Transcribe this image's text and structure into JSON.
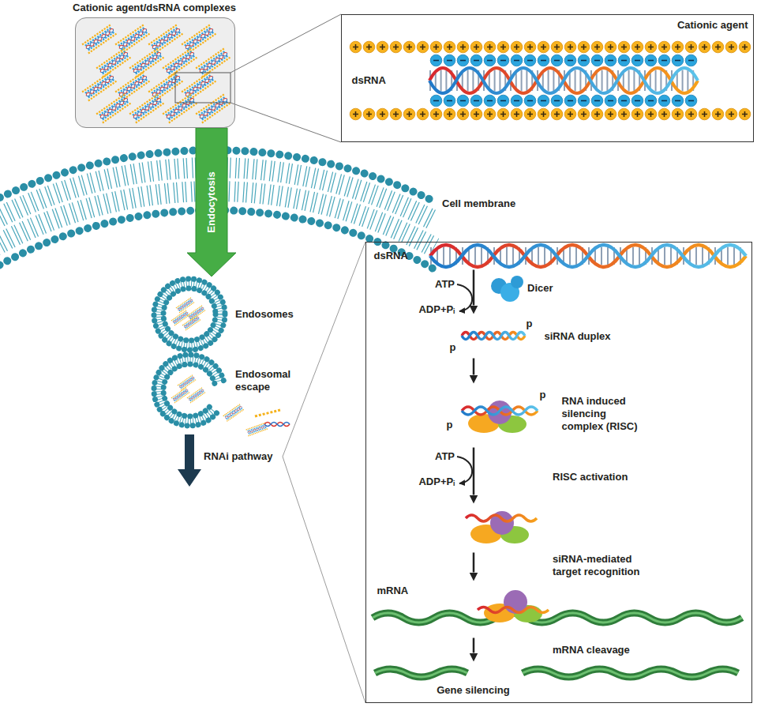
{
  "diagram": {
    "nodes": [
      {
        "text": [
          "Cationic agent/dsRNA complexes"
        ]
      },
      {
        "text": [
          "Cationic agent",
          "dsRNA"
        ]
      },
      {
        "text": [
          "Endosomes"
        ]
      },
      {
        "text": [
          "Endosomal escape"
        ]
      },
      {
        "text": []
      },
      {
        "text": [
          "dsRNA"
        ],
        "in": 4
      },
      {
        "text": [
          "siRNA duplex",
          "p",
          "p"
        ],
        "in": 4
      },
      {
        "text": [
          "p",
          "RNA induced silencing complex (RISC)",
          "p"
        ],
        "in": 4
      },
      {
        "text": [],
        "in": 4
      },
      {
        "text": [
          "mRNA"
        ],
        "in": 4
      },
      {
        "text": [
          "Gene silencing"
        ],
        "in": 4
      }
    ],
    "edges": [
      {
        "from": 0,
        "to": 2,
        "arrow": "to",
        "label": "Endocytosis"
      },
      {
        "from": 5,
        "to": 6,
        "arrow": "to"
      },
      {
        "from": 6,
        "to": 7,
        "arrow": "to"
      },
      {
        "from": 7,
        "to": 8,
        "arrow": "to",
        "label": "RISC activation"
      },
      {
        "from": 8,
        "to": 9,
        "arrow": "to",
        "label": "siRNA-mediated target recognition"
      },
      {
        "from": 9,
        "to": 10,
        "arrow": "to",
        "label": "mRNA cleavage"
      }
    ],
    "labels": [
      "Cell membrane",
      "RNAi pathway",
      "ATP",
      "ADP+Pᵢ",
      "Dicer",
      "ATP",
      "ADP+Pᵢ"
    ]
  }
}
